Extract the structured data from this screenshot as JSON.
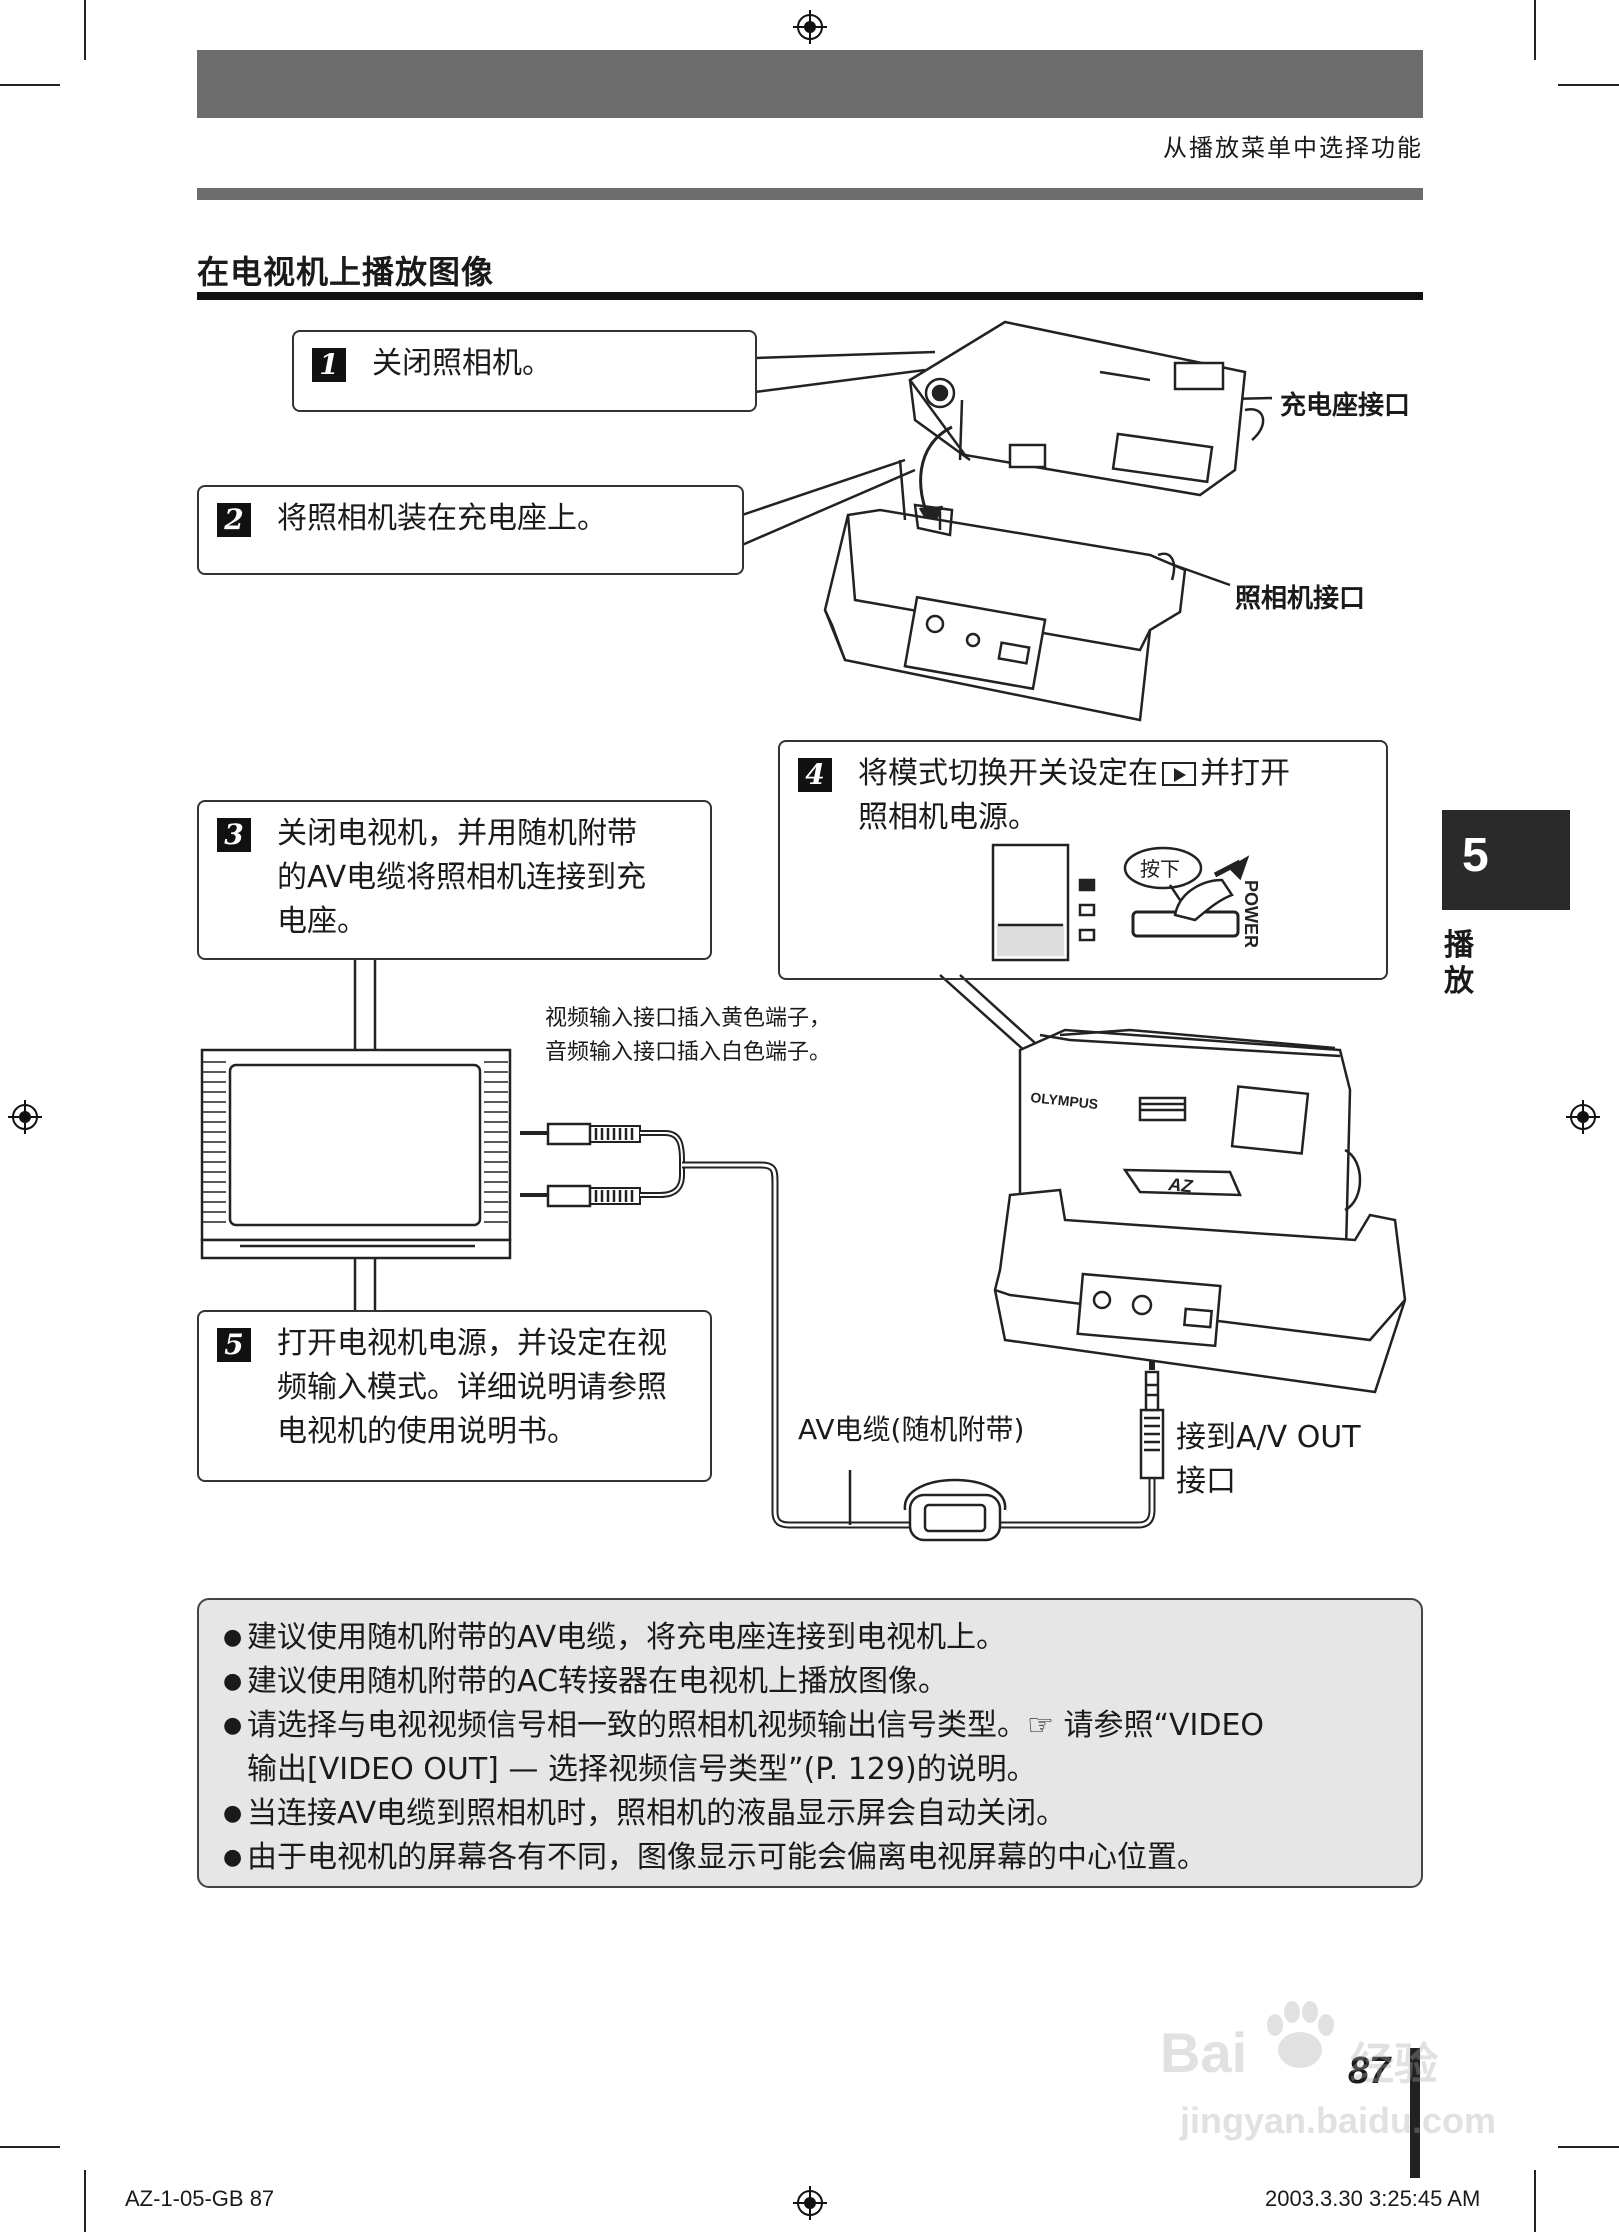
{
  "header": {
    "subtitle": "从播放菜单中选择功能"
  },
  "section": {
    "title": "在电视机上播放图像"
  },
  "steps": [
    {
      "num": "1",
      "text": "关闭照相机。"
    },
    {
      "num": "2",
      "text": "将照相机装在充电座上。"
    },
    {
      "num": "3",
      "text": "关闭电视机，并用随机附带\n的AV电缆将照相机连接到充\n电座。"
    },
    {
      "num": "4",
      "text_line1_a": "将模式切换开关设定在",
      "text_line1_b": "并打开",
      "text_line2": "照相机电源。"
    },
    {
      "num": "5",
      "text": "打开电视机电源，并设定在视\n频输入模式。详细说明请参照\n电视机的使用说明书。"
    }
  ],
  "labels": {
    "cradle_connector": "充电座接口",
    "camera_connector": "照相机接口",
    "jack_note": "视频输入接口插入黄色端子，\n音频输入接口插入白色端子。",
    "av_cable": "AV电缆(随机附带)",
    "av_out": "接到A/V OUT\n接口",
    "press": "按下",
    "power": "POWER",
    "brand": "OLYMPUS",
    "model_mark": "AZ"
  },
  "chapter": {
    "number": "5",
    "label": "播放"
  },
  "notes": [
    "建议使用随机附带的AV电缆，将充电座连接到电视机上。",
    "建议使用随机附带的AC转接器在电视机上播放图像。",
    "请选择与电视视频信号相一致的照相机视频输出信号类型。",
    "当连接AV电缆到照相机时，照相机的液晶显示屏会自动关闭。",
    "由于电视机的屏幕各有不同，图像显示可能会偏离电视屏幕的中心位置。"
  ],
  "note3_ref": {
    "icon_text": "☞",
    "text_a": " 请参照“VIDEO",
    "text_b": "输出[VIDEO OUT] — 选择视频信号类型”(P. 129)的说明。"
  },
  "page": {
    "number": "87"
  },
  "footer": {
    "left": "AZ-1-05-GB   87",
    "right": "2003.3.30   3:25:45 AM"
  },
  "watermark": {
    "brand": "Bai",
    "suffix": "经验",
    "url": "jingyan.baidu.com"
  }
}
